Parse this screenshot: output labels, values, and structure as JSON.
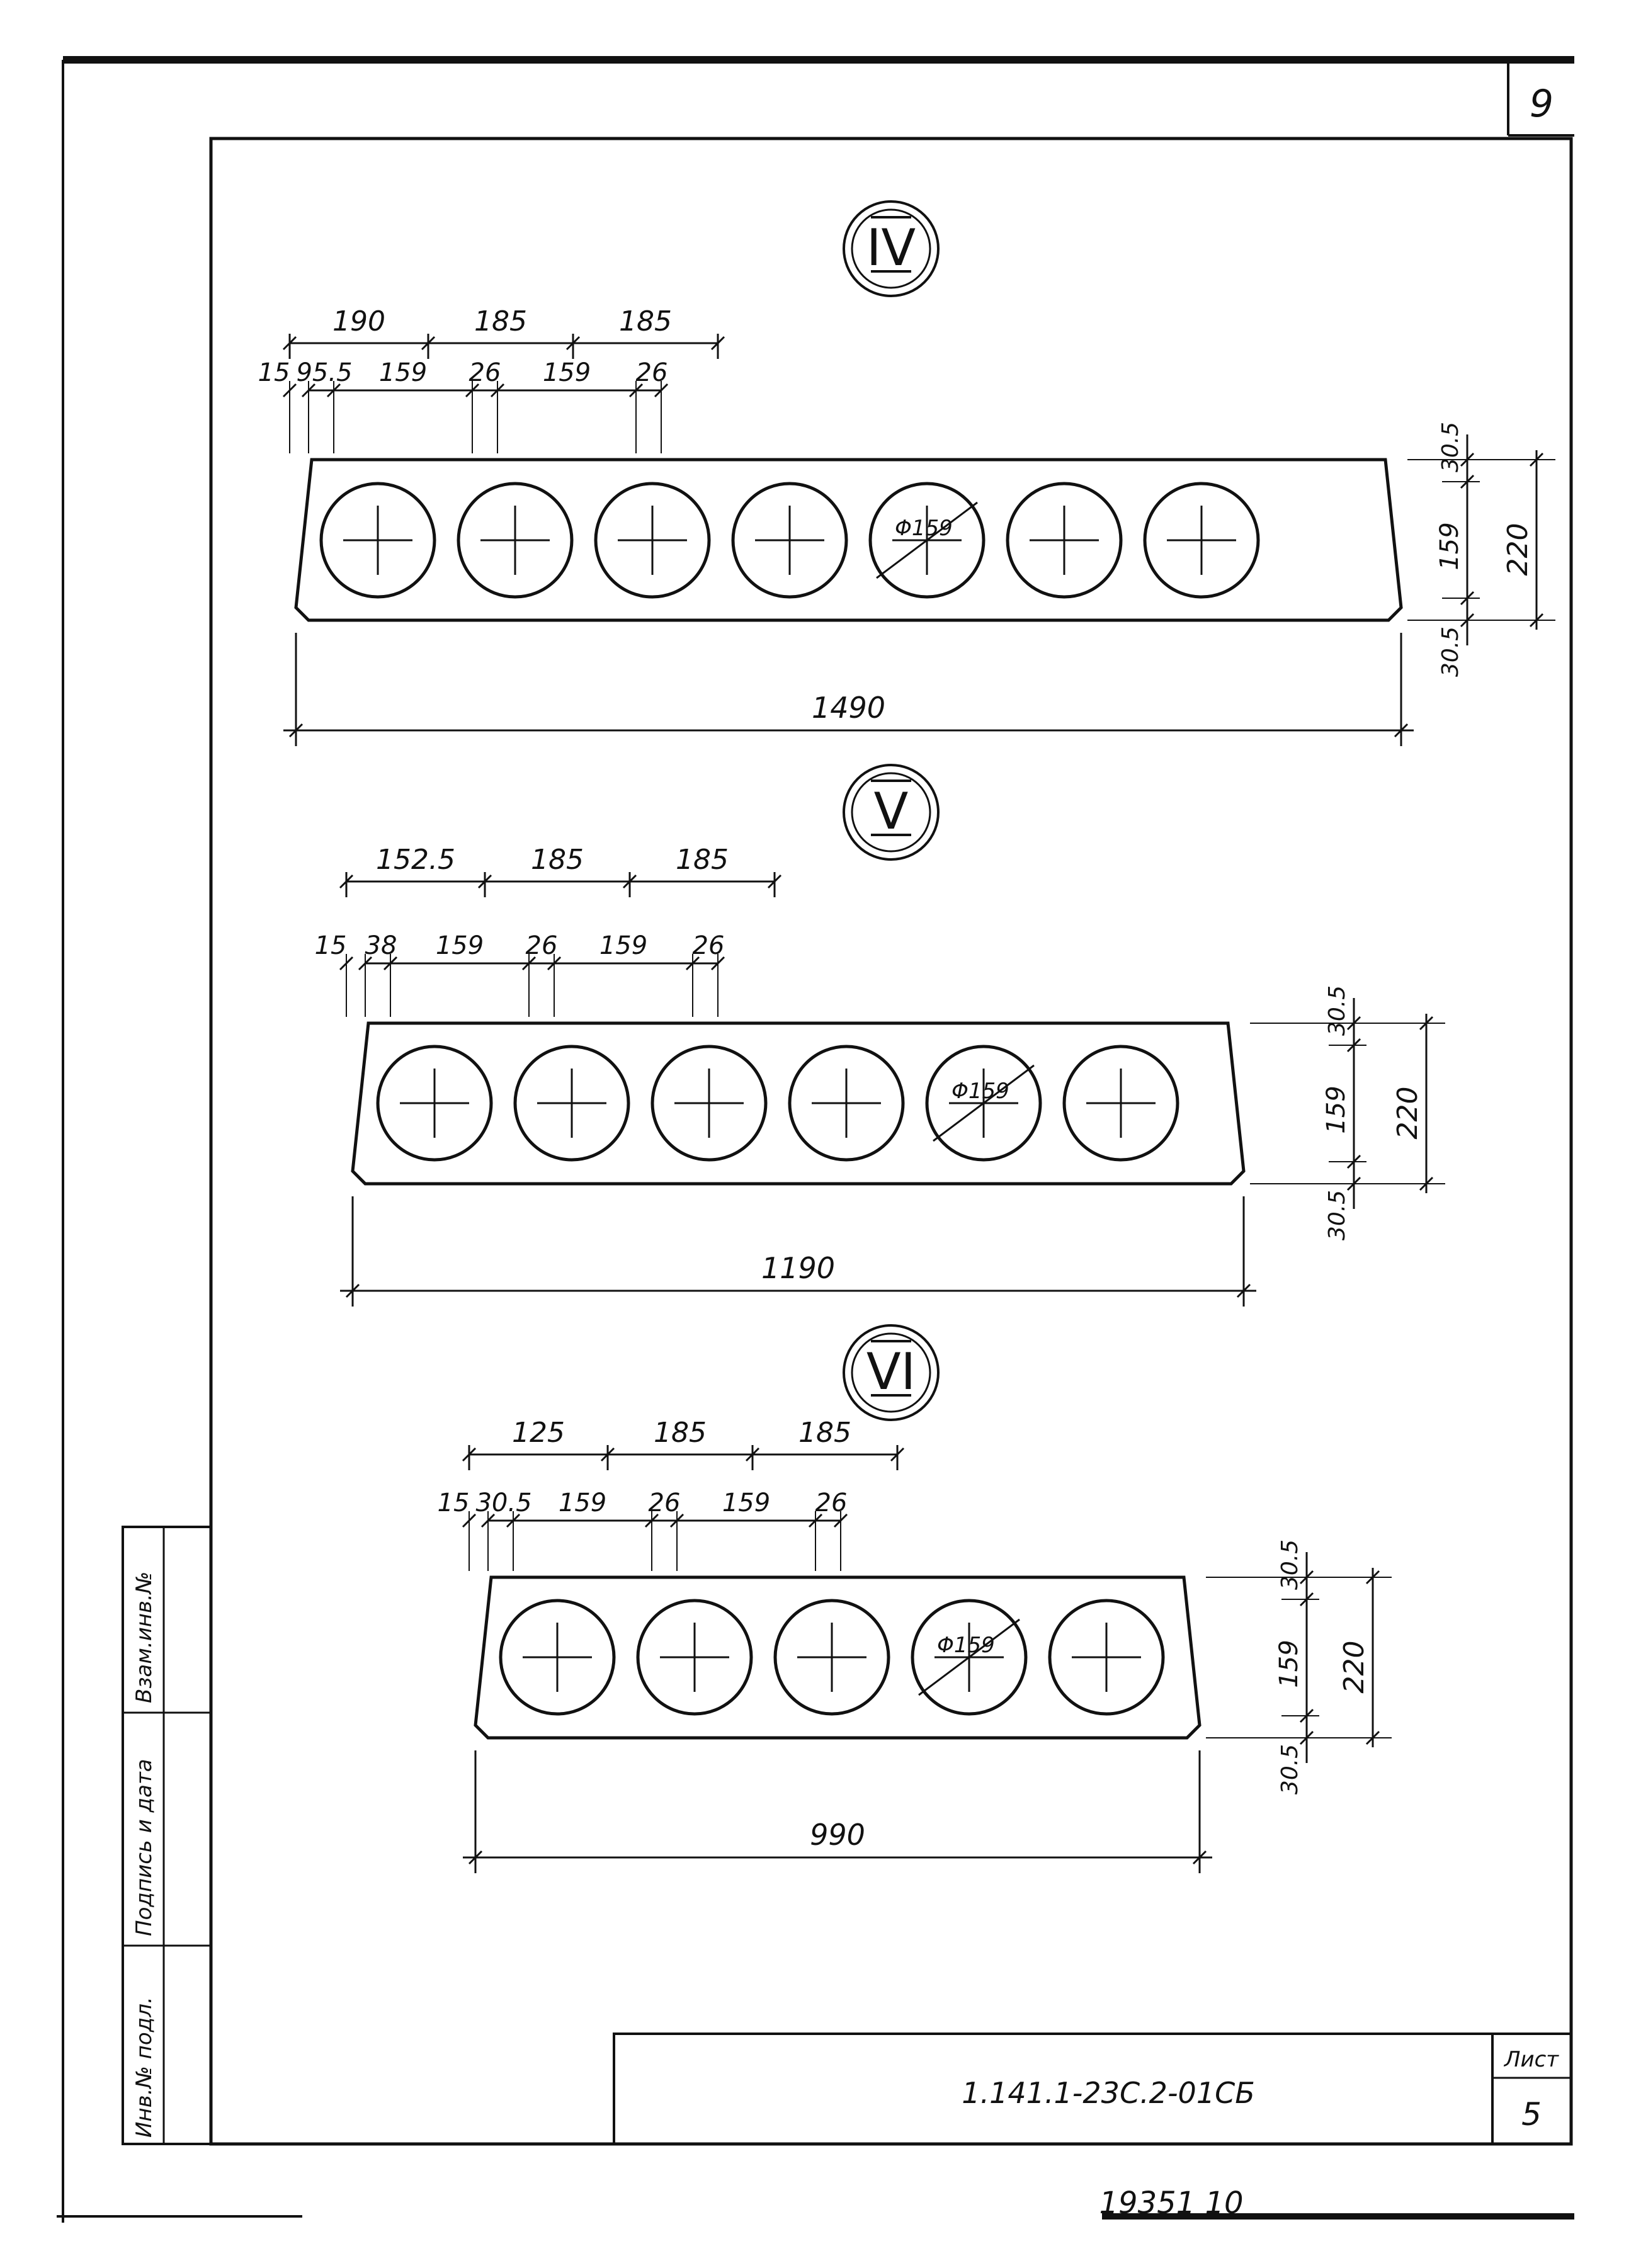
{
  "sheet": {
    "corner_number": "9",
    "side_stamp": {
      "cell_1": "Инв.№ подл.",
      "cell_2": "Подпись и дата",
      "cell_3": "Взам.инв.№"
    },
    "title_block": {
      "doc_code": "1.141.1-23С.2-01СБ",
      "sheet_label": "Лист",
      "sheet_value": "5"
    },
    "bottom_number": "19351 10"
  },
  "sections": [
    {
      "id": "IV",
      "mark": "IV",
      "holes": 7,
      "top_dims_row1": [
        "190",
        "185",
        "185"
      ],
      "top_dims_row2": [
        "15",
        "95.5",
        "159",
        "26",
        "159",
        "26"
      ],
      "diameter_label": "Φ159",
      "right_dims": {
        "top": "30.5",
        "mid": "159",
        "bottom": "30.5",
        "total": "220"
      },
      "overall_length": "1490"
    },
    {
      "id": "V",
      "mark": "V",
      "holes": 6,
      "top_dims_row1": [
        "152.5",
        "185",
        "185"
      ],
      "top_dims_row2": [
        "15",
        "38",
        "159",
        "26",
        "159",
        "26"
      ],
      "diameter_label": "Φ159",
      "right_dims": {
        "top": "30.5",
        "mid": "159",
        "bottom": "30.5",
        "total": "220"
      },
      "overall_length": "1190"
    },
    {
      "id": "VI",
      "mark": "VI",
      "holes": 5,
      "top_dims_row1": [
        "125",
        "185",
        "185"
      ],
      "top_dims_row2": [
        "15",
        "30.5",
        "159",
        "26",
        "159",
        "26"
      ],
      "diameter_label": "Φ159",
      "right_dims": {
        "top": "30.5",
        "mid": "159",
        "bottom": "30.5",
        "total": "220"
      },
      "overall_length": "990"
    }
  ]
}
